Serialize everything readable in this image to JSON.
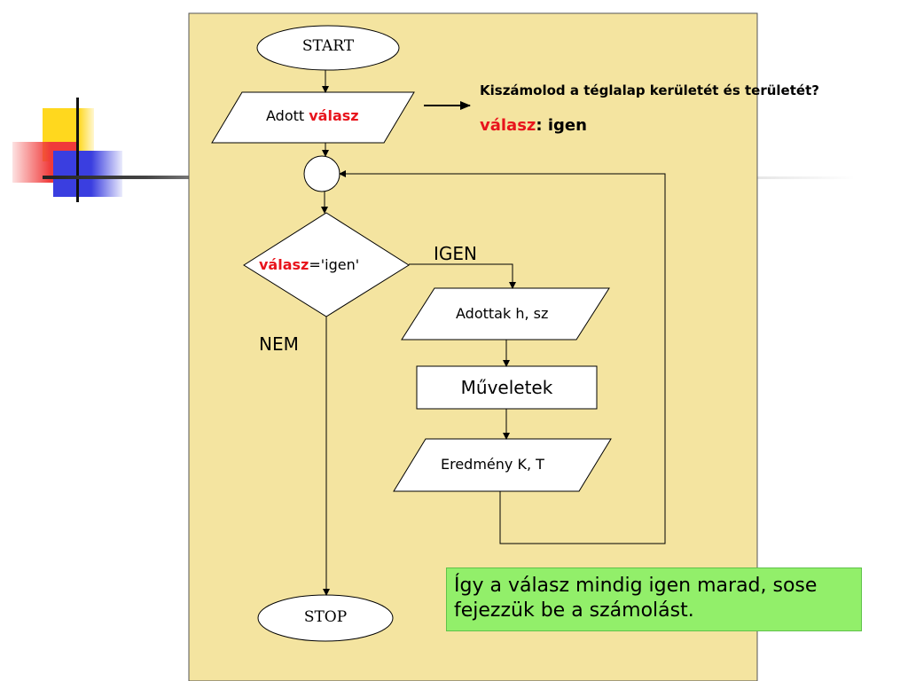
{
  "flowchart": {
    "start_label": "START",
    "stop_label": "STOP",
    "input_prefix": "Adott",
    "input_var": "válasz",
    "condition_var": "válasz",
    "condition_rest": "='igen'",
    "yes_label": "IGEN",
    "no_label": "NEM",
    "input_dims": "Adottak h, sz",
    "process_label": "Műveletek",
    "output_label": "Eredmény K, T"
  },
  "side_note": {
    "question": "Kiszámolod a téglalap kerületét és területét?",
    "answer_var": "válasz",
    "answer_rest": ": igen"
  },
  "callout": {
    "text": "Így a válasz mindig igen marad, sose fejezzük be a számolást."
  },
  "colors": {
    "panel": "#f4e4a0",
    "highlight_red": "#e8141c",
    "callout_green": "#92ef6a",
    "deco_yellow": "#ffd81e",
    "deco_blue": "#3a3ee0",
    "deco_red": "#f03a3a"
  }
}
